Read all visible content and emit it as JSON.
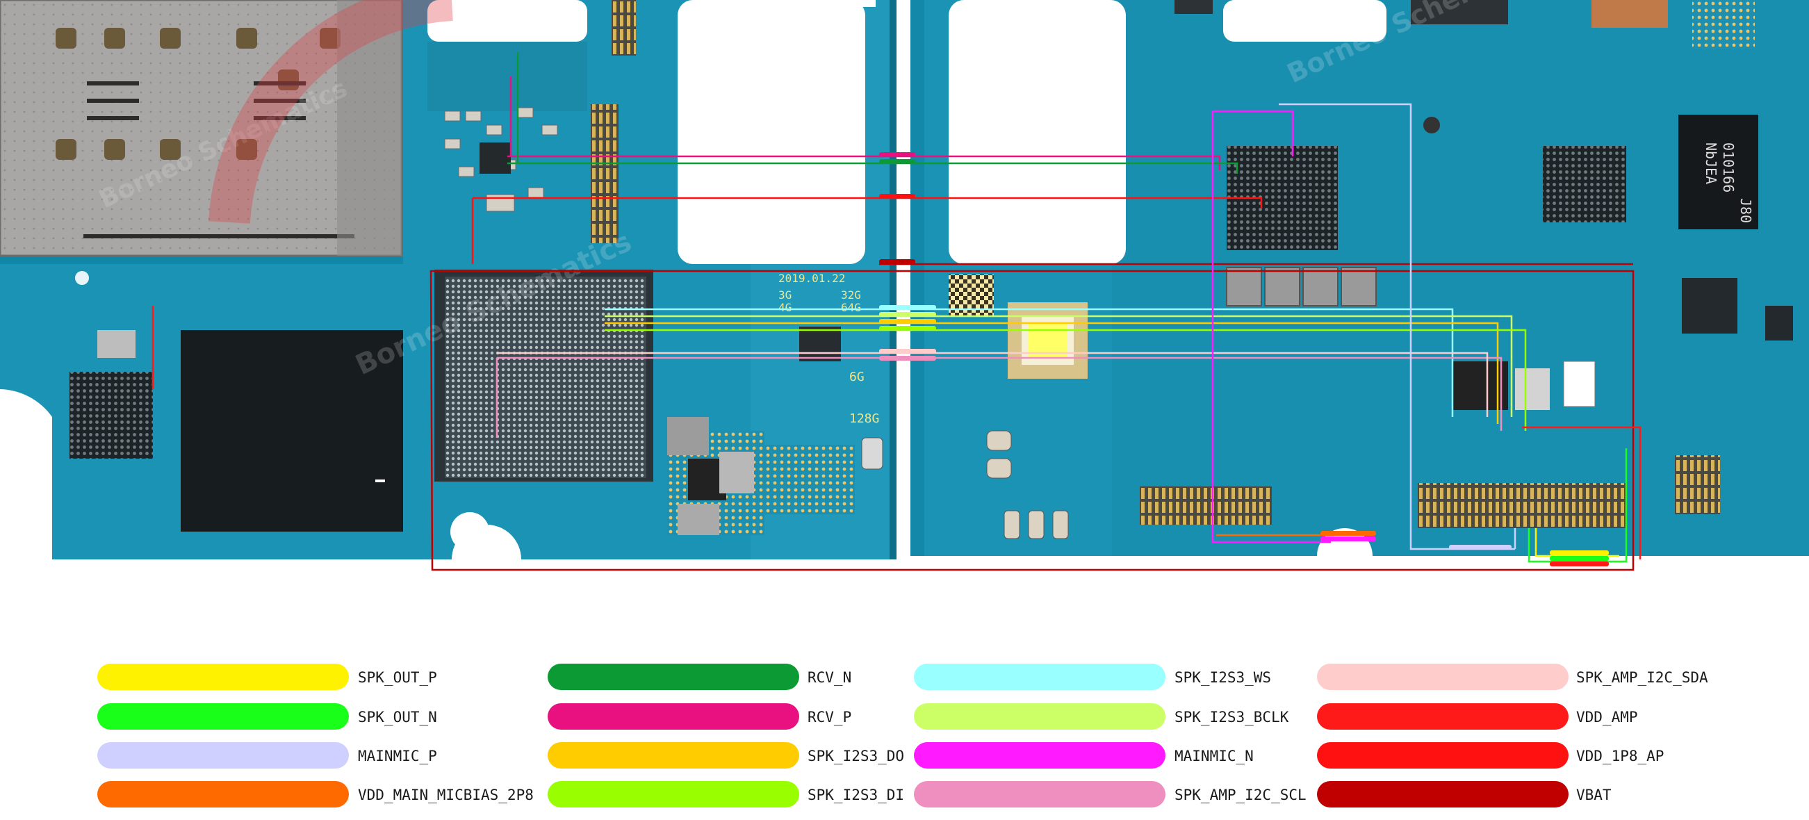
{
  "board": {
    "date_code": "2019.01.22",
    "memory_labels": [
      "3G",
      "4G",
      "32G",
      "64G",
      "6G",
      "128G"
    ],
    "chip_marking_lines": [
      "NbJEA",
      "010166",
      "J80"
    ],
    "watermark": "Borneo Schematics"
  },
  "nets": [
    {
      "id": "spk_out_p",
      "label": "SPK_OUT_P",
      "color": "#fff200"
    },
    {
      "id": "spk_out_n",
      "label": "SPK_OUT_N",
      "color": "#1aff1a"
    },
    {
      "id": "mainmic_p",
      "label": "MAINMIC_P",
      "color": "#cfd0ff"
    },
    {
      "id": "vdd_main_micbias",
      "label": "VDD_MAIN_MICBIAS_2P8",
      "color": "#ff6a00"
    },
    {
      "id": "rcv_n",
      "label": "RCV_N",
      "color": "#0c9a34"
    },
    {
      "id": "rcv_p",
      "label": "RCV_P",
      "color": "#e8117f"
    },
    {
      "id": "spk_i2s3_do",
      "label": "SPK_I2S3_DO",
      "color": "#ffcc00"
    },
    {
      "id": "spk_i2s3_di",
      "label": "SPK_I2S3_DI",
      "color": "#99ff00"
    },
    {
      "id": "spk_i2s3_ws",
      "label": "SPK_I2S3_WS",
      "color": "#99ffff"
    },
    {
      "id": "spk_i2s3_bclk",
      "label": "SPK_I2S3_BCLK",
      "color": "#ccff66"
    },
    {
      "id": "mainmic_n",
      "label": "MAINMIC_N",
      "color": "#ff1aff"
    },
    {
      "id": "spk_amp_i2c_scl",
      "label": "SPK_AMP_I2C_SCL",
      "color": "#ee8fbf"
    },
    {
      "id": "spk_amp_i2c_sda",
      "label": "SPK_AMP_I2C_SDA",
      "color": "#ffcccc"
    },
    {
      "id": "vdd_amp",
      "label": "VDD_AMP",
      "color": "#ff1a1a"
    },
    {
      "id": "vdd_1p8_ap",
      "label": "VDD_1P8_AP",
      "color": "#ff1111"
    },
    {
      "id": "vbat",
      "label": "VBAT",
      "color": "#c00000"
    }
  ]
}
